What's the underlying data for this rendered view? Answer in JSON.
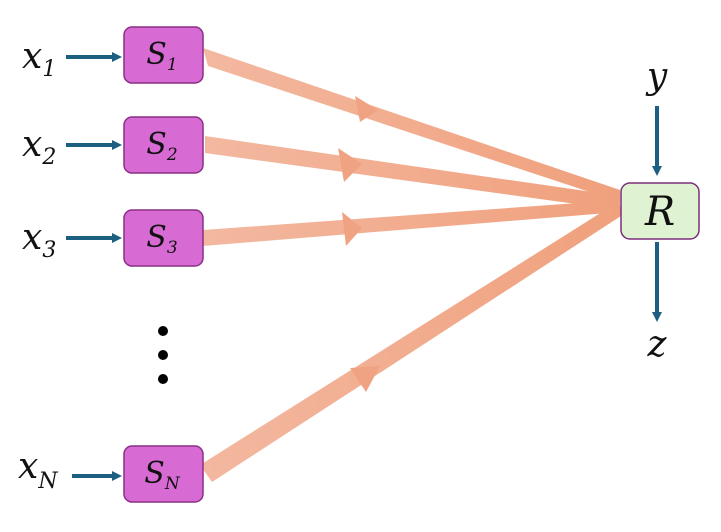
{
  "inputs": [
    {
      "var": "x",
      "sub": "1",
      "node_var": "S",
      "node_sub": "1"
    },
    {
      "var": "x",
      "sub": "2",
      "node_var": "S",
      "node_sub": "2"
    },
    {
      "var": "x",
      "sub": "3",
      "node_var": "S",
      "node_sub": "3"
    },
    {
      "var": "x",
      "sub": "N",
      "node_var": "S",
      "node_sub": "N"
    }
  ],
  "receiver": {
    "label": "R"
  },
  "side_input": {
    "label": "y"
  },
  "output": {
    "label": "z"
  },
  "colors": {
    "source_fill": "#d76ad3",
    "source_stroke": "#8a2f86",
    "receiver_fill": "#dff3d2",
    "receiver_stroke": "#7a2f7a",
    "input_arrow": "#1d5f80",
    "channel": "#f0a383"
  }
}
